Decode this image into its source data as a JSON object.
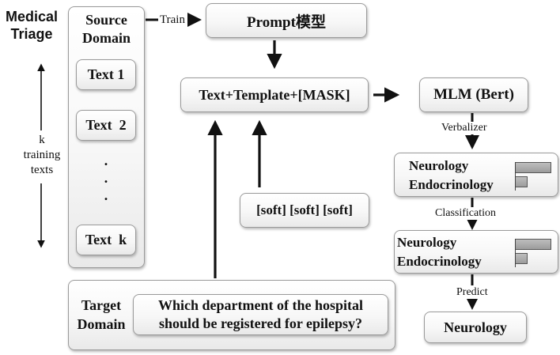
{
  "title": {
    "line1": "Medical",
    "line2": "Triage"
  },
  "k_axis": {
    "line1": "k",
    "line2": "training",
    "line3": "texts"
  },
  "source_domain": {
    "line1": "Source",
    "line2": "Domain",
    "texts": [
      "Text 1",
      "Text  2",
      "Text  k"
    ],
    "dots": ".\n.\n."
  },
  "train_label": "Train",
  "prompt_model": "Prompt模型",
  "template": "Text+Template+[MASK]",
  "soft": "[soft] [soft] [soft]",
  "target_domain": {
    "line1": "Target",
    "line2": "Domain",
    "question_line1": "Which department of the hospital",
    "question_line2": "should be registered for epilepsy?"
  },
  "mlm": "MLM (Bert)",
  "verbalizer_label": "Verbalizer",
  "result_box_1": {
    "line1": "Neurology",
    "line2": "Endocrinology"
  },
  "classification_label": "Classification",
  "result_box_2": {
    "line1": "Neurology",
    "line2": "Endocrinology"
  },
  "predict_label": "Predict",
  "final": "Neurology",
  "bar_chart_1": {
    "values": [
      1.0,
      0.35
    ]
  },
  "bar_chart_2": {
    "values": [
      1.0,
      0.35
    ]
  }
}
